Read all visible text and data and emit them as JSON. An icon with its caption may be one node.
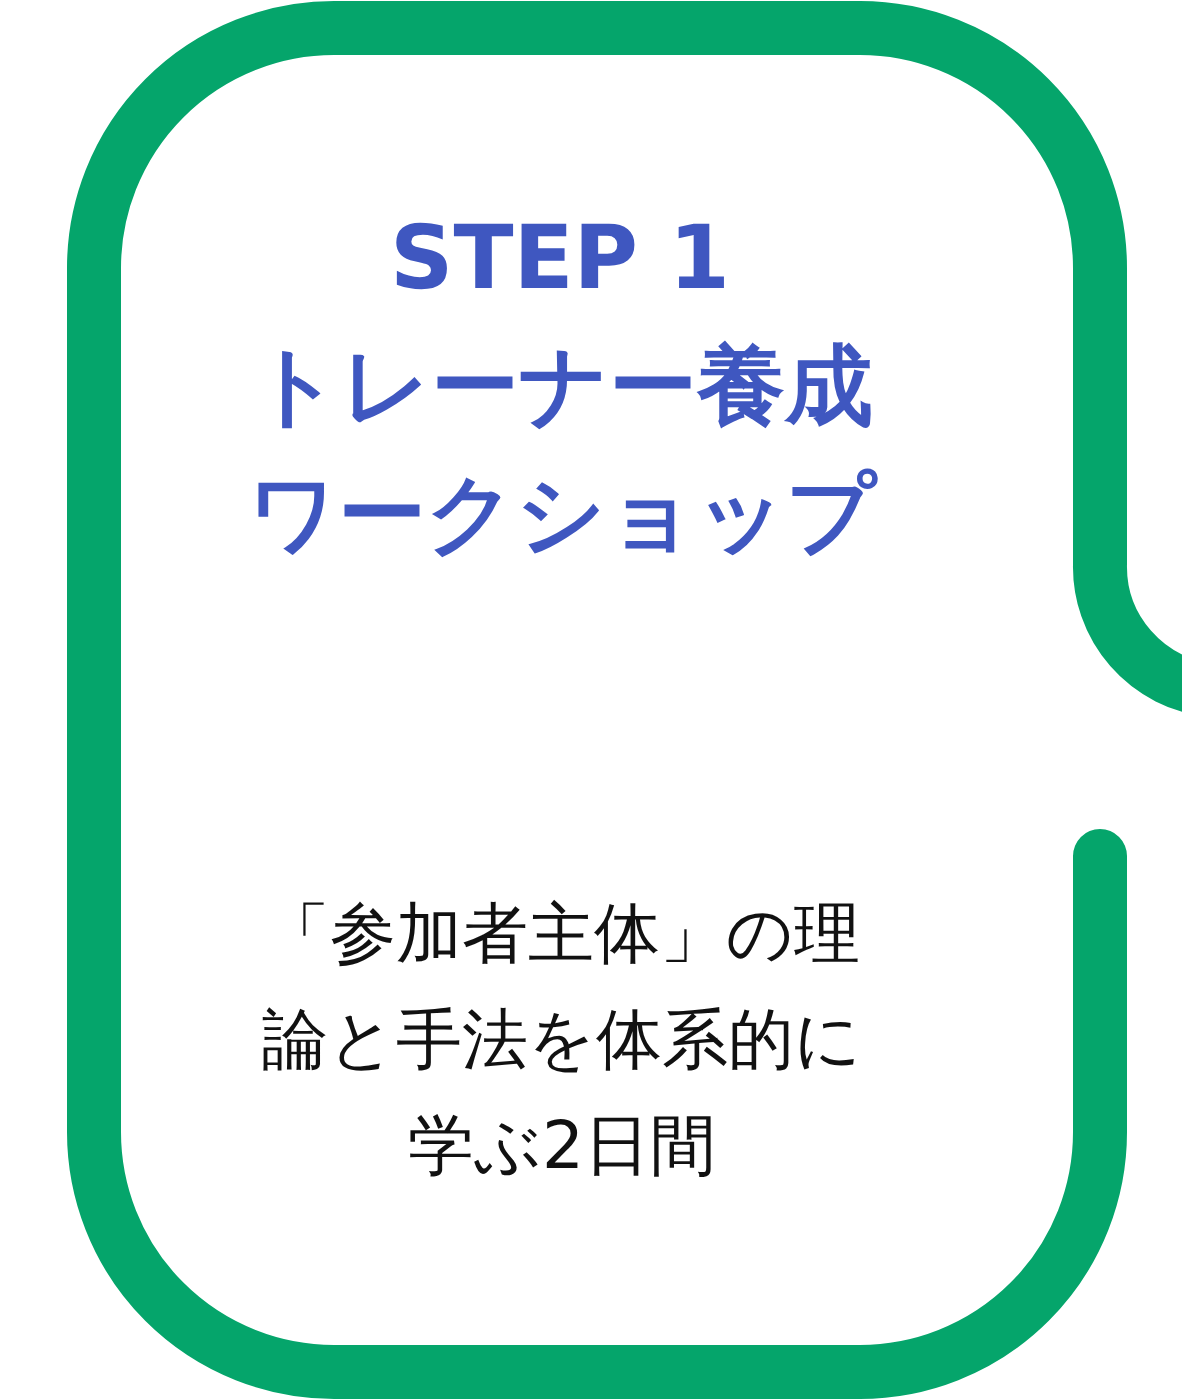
{
  "diagram": {
    "nodes": [
      {
        "text": [
          "STEP 1",
          "トレーナー養成ワークショップ",
          "「参加者主体」の理論と手法を体系的に学ぶ2日間"
        ]
      }
    ]
  }
}
